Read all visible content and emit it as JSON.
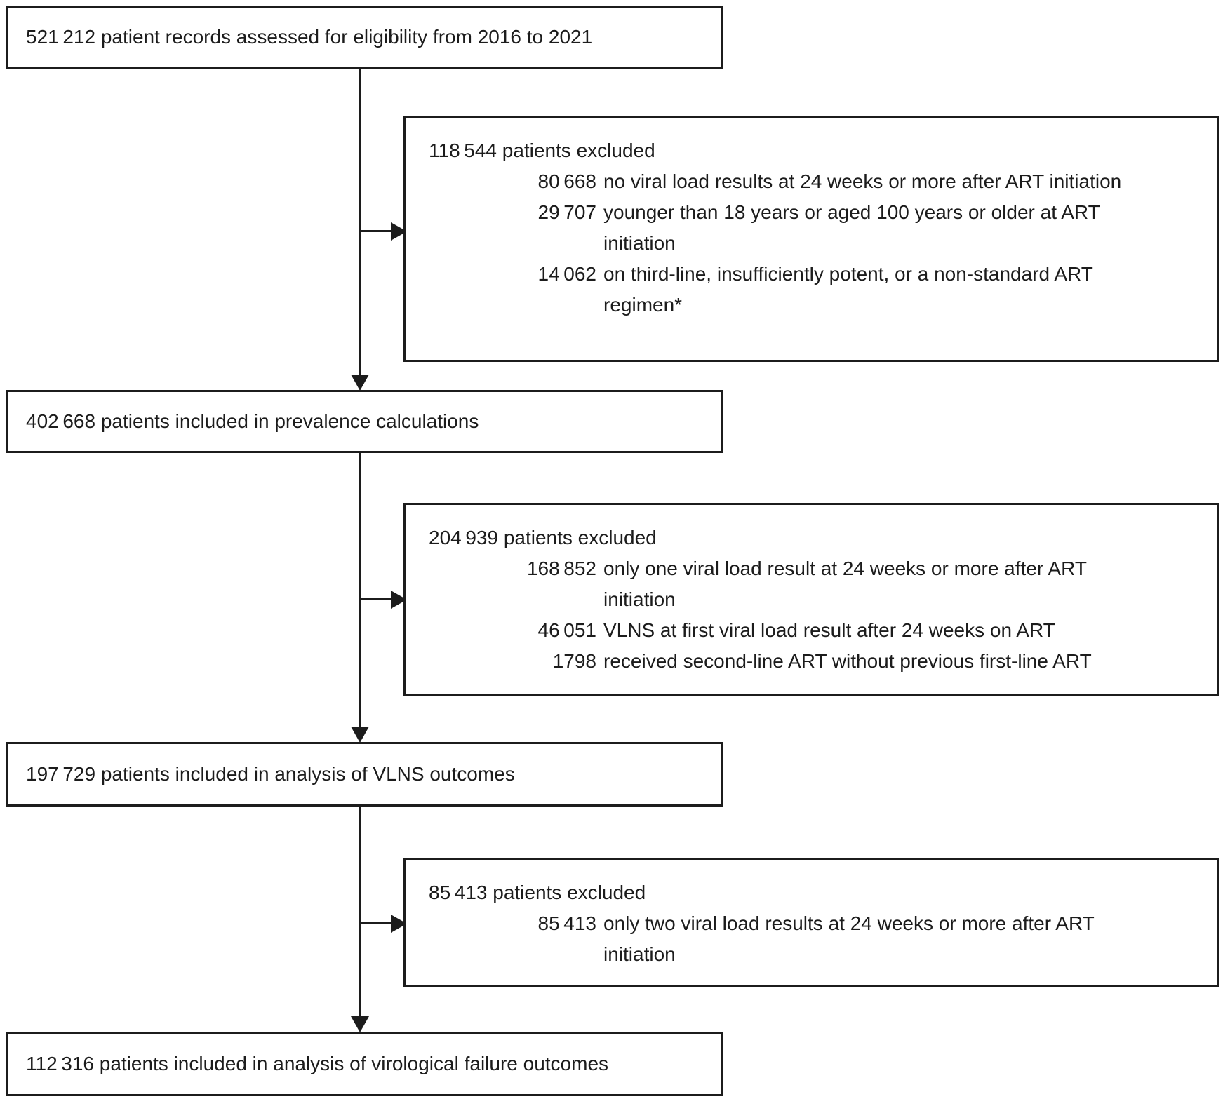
{
  "figure": {
    "type": "patient-flow-diagram",
    "ink_color": "#1c1c1c",
    "background_color": "#ffffff"
  },
  "diagram": {
    "main_boxes": [
      {
        "text": "521 212 patient records assessed for eligibility from 2016 to 2021"
      },
      {
        "text": "402 668 patients included in prevalence calculations"
      },
      {
        "text": "197 729 patients included in analysis of VLNS outcomes"
      },
      {
        "text": "112 316 patients included in analysis of virological failure outcomes"
      }
    ],
    "exclusion_boxes": [
      {
        "heading": "118 544 patients excluded",
        "items": [
          {
            "num": "80 668",
            "lines": [
              "no viral load results at 24 weeks or more after ART initiation"
            ]
          },
          {
            "num": "29 707",
            "lines": [
              "younger than 18 years or aged 100 years or older at ART",
              "initiation"
            ]
          },
          {
            "num": "14 062",
            "lines": [
              "on third-line, insufficiently potent, or a non-standard ART",
              "regimen*"
            ]
          }
        ]
      },
      {
        "heading": "204 939 patients excluded",
        "items": [
          {
            "num": "168 852",
            "lines": [
              "only one viral load result at 24 weeks or more after ART",
              "initiation"
            ]
          },
          {
            "num": "46 051",
            "lines": [
              "VLNS at first viral load result after 24 weeks on ART"
            ]
          },
          {
            "num": "1798",
            "lines": [
              "received second-line ART without previous first-line ART"
            ]
          }
        ]
      },
      {
        "heading": "85 413 patients excluded",
        "items": [
          {
            "num": "85 413",
            "lines": [
              "only two viral load results at 24 weeks or more after ART",
              "initiation"
            ]
          }
        ]
      }
    ]
  }
}
